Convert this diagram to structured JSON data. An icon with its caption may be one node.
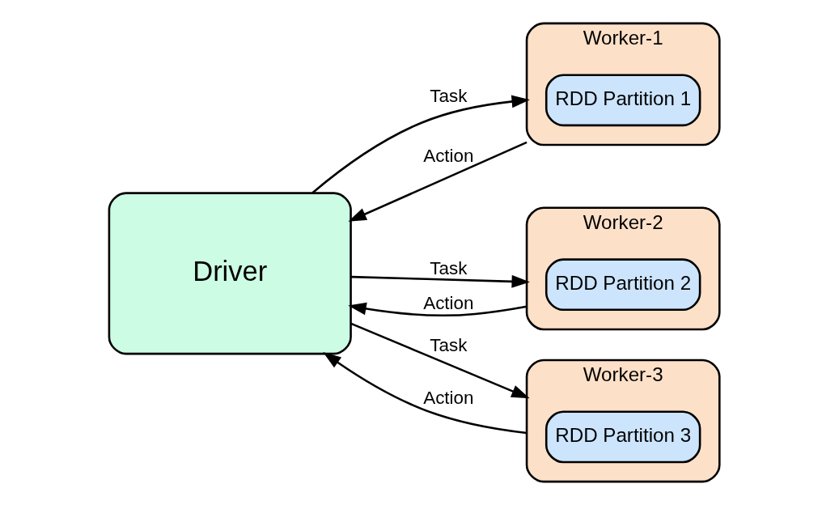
{
  "diagram": {
    "nodes": [
      {
        "text": [
          "Driver"
        ]
      },
      {
        "text": [
          "Worker-1"
        ]
      },
      {
        "text": [
          "RDD Partition 1"
        ],
        "in": 1
      },
      {
        "text": [
          "Worker-2"
        ]
      },
      {
        "text": [
          "RDD Partition 2"
        ],
        "in": 3
      },
      {
        "text": [
          "Worker-3"
        ]
      },
      {
        "text": [
          "RDD Partition 3"
        ],
        "in": 5
      }
    ],
    "edges": [
      {
        "from": 0,
        "to": 1,
        "arrow": "to",
        "label": "Task"
      },
      {
        "from": 1,
        "to": 0,
        "arrow": "to",
        "label": "Action"
      },
      {
        "from": 0,
        "to": 3,
        "arrow": "to",
        "label": "Task"
      },
      {
        "from": 3,
        "to": 0,
        "arrow": "to",
        "label": "Action"
      },
      {
        "from": 0,
        "to": 5,
        "arrow": "to",
        "label": "Task"
      },
      {
        "from": 5,
        "to": 0,
        "arrow": "to",
        "label": "Action"
      }
    ]
  }
}
